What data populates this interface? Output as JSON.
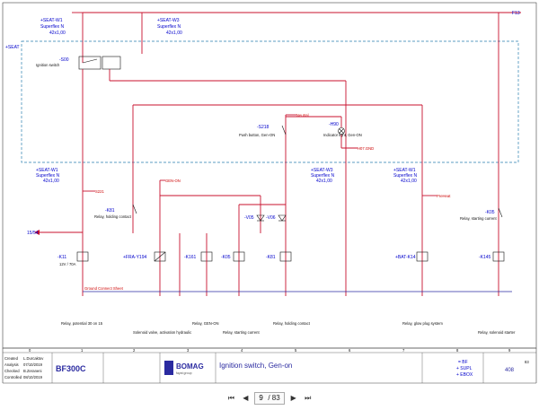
{
  "sheet": {
    "seat_w1_top": {
      "ref": "+SEAT-W1",
      "cable": "Superflex N",
      "spec": "42x1,00"
    },
    "seat_w3_top": {
      "ref": "+SEAT-W3",
      "cable": "Superflex N",
      "spec": "42x1,00"
    },
    "seat_area": "+SEAT",
    "f13": "F13",
    "s00": {
      "ref": "-S00",
      "label": "Ignition switch"
    },
    "neutral": "Neutral",
    "s218": {
      "ref": "-S218",
      "label": "Push button, Gen-ON"
    },
    "h90": {
      "ref": "-H90",
      "label": "Indicator light, Gen-ON"
    },
    "h07": "H07.GND",
    "seat_w1_mid": {
      "ref": "+SEAT-W1",
      "cable": "Superflex N",
      "spec": "42x1,00"
    },
    "seat_w3_mid": {
      "ref": "+SEAT-W3",
      "cable": "Superflex N",
      "spec": "42x1,00"
    },
    "seat_w1_right": {
      "ref": "+SEAT-W1",
      "cable": "Superflex N",
      "spec": "42x1,00"
    },
    "s221": "S221",
    "gen_on": "GEN-ON",
    "preheat": "PreHeat",
    "k81": {
      "ref": "-K81",
      "label": "Relay, holding contact"
    },
    "k05_top": {
      "ref": "-K05",
      "label": "Relay, starting current"
    },
    "v05": "-V05",
    "v06": "-V06",
    "term_1554": "15/54",
    "k11": {
      "ref": "-K11",
      "spec": "12V / 70A"
    },
    "fra_y194": "+FRA-Y194",
    "k161": "-K161",
    "k05": "-K05",
    "k81b": "-K81",
    "bat_k14": "+BAT-K14",
    "k145": "-K145",
    "ground_label": "Ground Connect Sheet",
    "captions": [
      "Relay, potential 30 on 15",
      "Solenoid valve, activation hydraulic",
      "Relay, GEN-ON",
      "Relay, starting current",
      "Relay, holding contact",
      "Relay, glow plug system",
      "Relay, solenoid starter"
    ]
  },
  "titleblock": {
    "columns": [
      "0",
      "1",
      "2",
      "3",
      "4",
      "5",
      "6",
      "7",
      "8",
      "9"
    ],
    "created_label": "Created",
    "created_by": "L.Durcaktov",
    "analysis_label": "Analysis",
    "analysis_date": "07/10/2019",
    "checked_label": "Checked",
    "checked_by": "B.Zeraneni",
    "controlled_label": "Controlled",
    "controlled_date": "08/10/2019",
    "model": "BF300C",
    "brand": "BOMAG",
    "brand_sub": "fayat group",
    "title": "Ignition switch, Gen-on",
    "code_bf": "= BF",
    "code_supl": "+ SUPL",
    "code_ebox": "+ EBOX",
    "sheet_no": "408",
    "sheet_of": "83"
  },
  "nav": {
    "current_page": "9",
    "total_pages": "/ 83"
  }
}
